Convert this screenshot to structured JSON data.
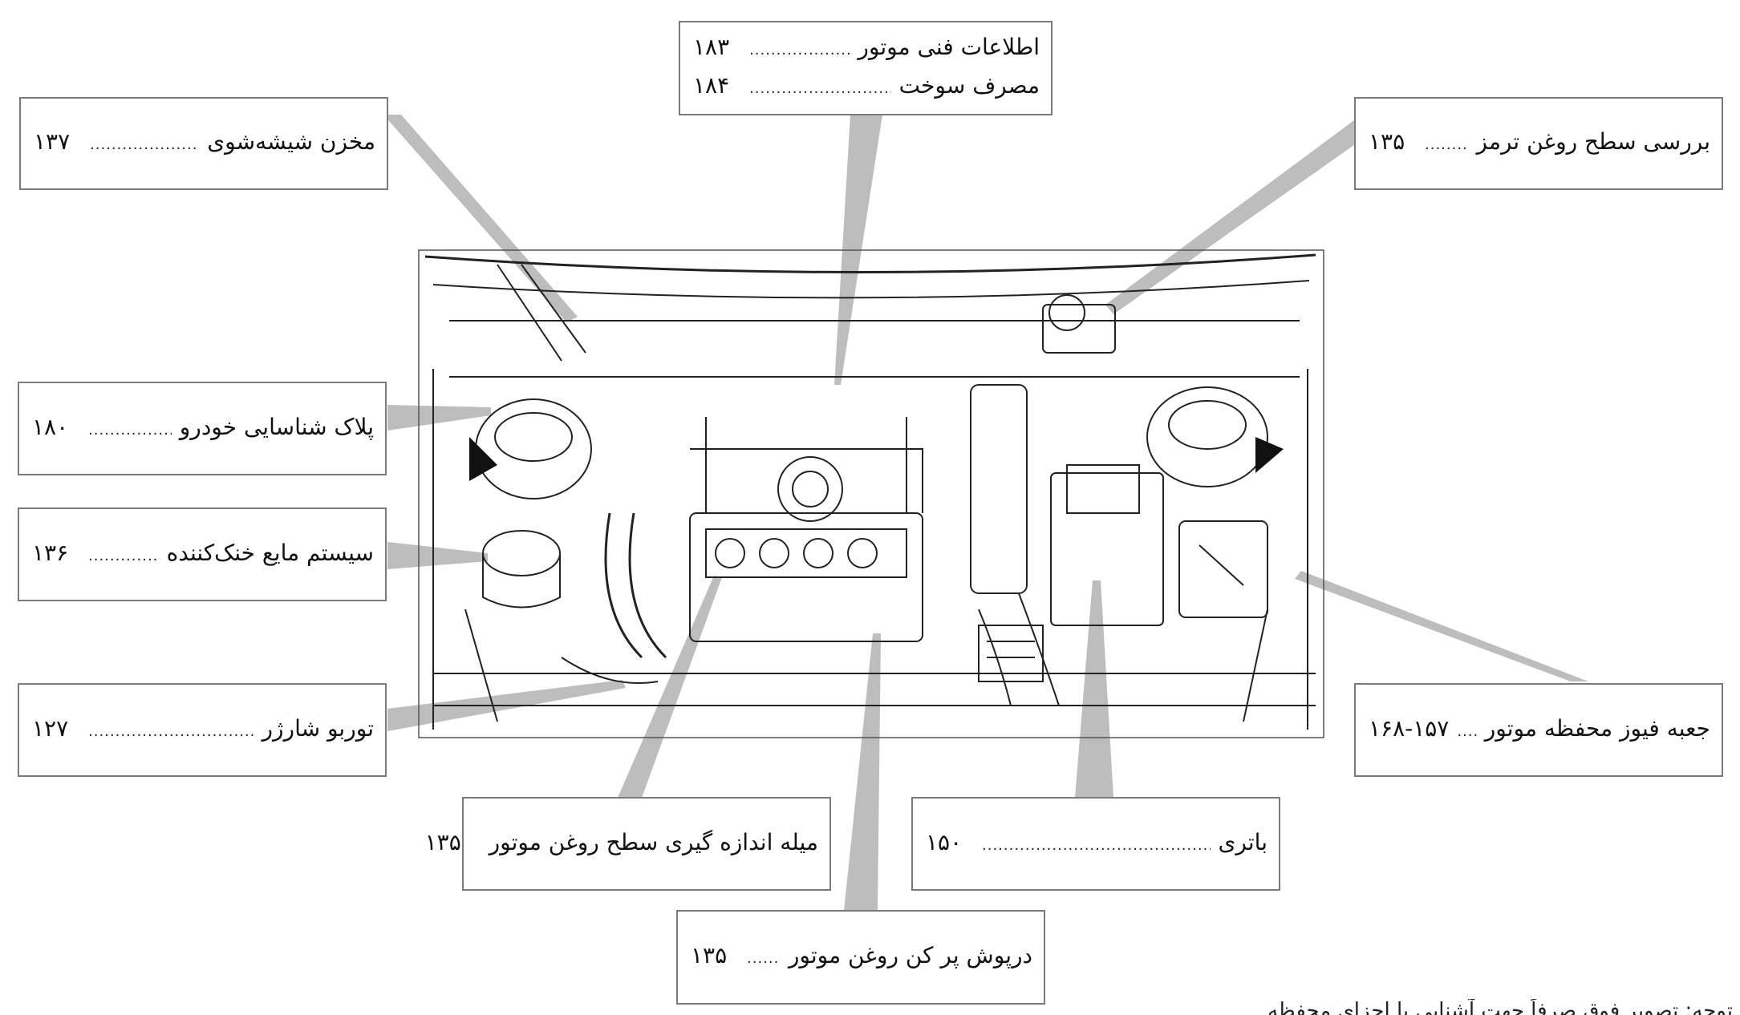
{
  "labels": {
    "engine_info": {
      "rows": [
        {
          "text": "اطلاعات فنی موتور",
          "page": "۱۸۳"
        },
        {
          "text": "مصرف سوخت",
          "page": "۱۸۴"
        }
      ]
    },
    "washer": {
      "text": "مخزن شیشه‌شوی",
      "page": "۱۳۷"
    },
    "brake": {
      "text": "بررسی سطح روغن ترمز",
      "page": "۱۳۵"
    },
    "vin_plate": {
      "text": "پلاک شناسایی خودرو",
      "page": "۱۸۰"
    },
    "coolant": {
      "text": "سیستم مایع خنک‌کننده",
      "page": "۱۳۶"
    },
    "turbo": {
      "text": "توربو شارژر",
      "page": "۱۲۷"
    },
    "fusebox": {
      "text": "جعبه فیوز محفظه موتور",
      "page": "۱۶۸-۱۵۷"
    },
    "dipstick": {
      "text": "میله اندازه گیری سطح روغن موتور",
      "page": "۱۳۵"
    },
    "battery": {
      "text": "باتری",
      "page": "۱۵۰"
    },
    "oil_cap": {
      "text": "درپوش پر کن روغن موتور",
      "page": "۱۳۵"
    }
  },
  "bottom_note": "توجه: تصویر فوق صرفاً جهت آشنایی با اجزای محفظه موتور می‌باشد"
}
